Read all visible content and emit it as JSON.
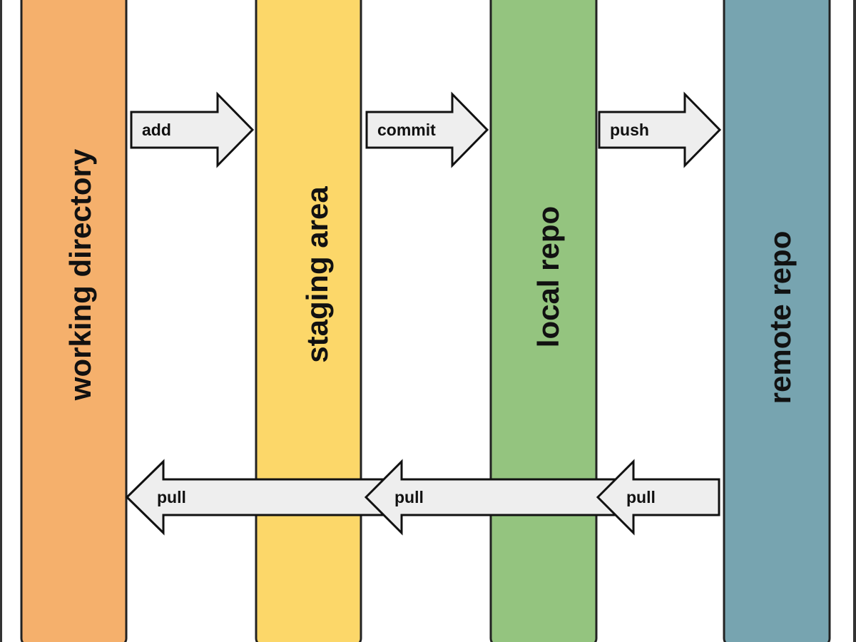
{
  "colors": {
    "working": "#f5b06c",
    "staging": "#fcd769",
    "local": "#94c47f",
    "remote": "#77a4b0",
    "arrow_fill": "#eeeeee"
  },
  "columns": [
    {
      "label": "working directory"
    },
    {
      "label": "staging area"
    },
    {
      "label": "local repo"
    },
    {
      "label": "remote repo"
    }
  ],
  "arrows": {
    "add": "add",
    "commit": "commit",
    "push": "push",
    "pull_1": "pull",
    "pull_2": "pull",
    "pull_3": "pull"
  }
}
